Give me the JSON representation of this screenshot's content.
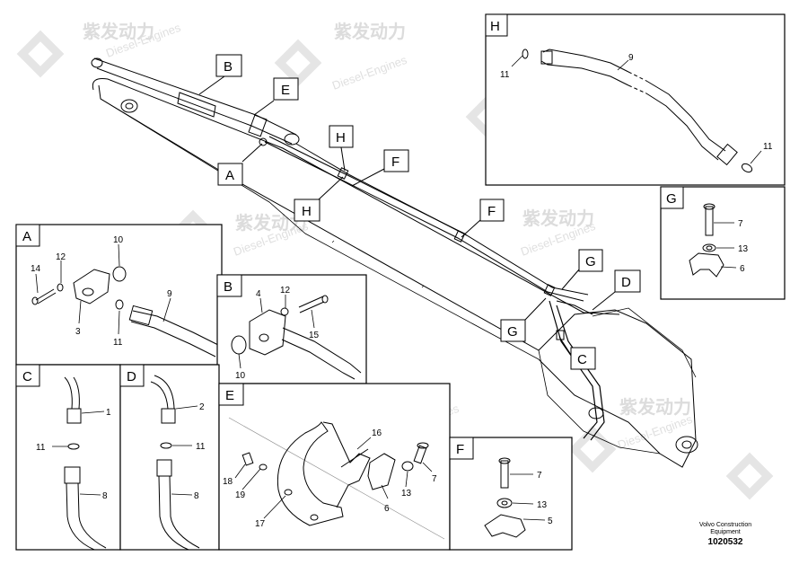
{
  "watermark": {
    "brand_cn": "紫发动力",
    "brand_en": "Diesel-Engines"
  },
  "callouts": {
    "B": "B",
    "E": "E",
    "A": "A",
    "H": "H",
    "H2": "H",
    "F": "F",
    "F2": "F",
    "G": "G",
    "G2": "G",
    "D": "D",
    "C": "C"
  },
  "detail_boxes": {
    "A": {
      "title": "A",
      "parts": {
        "p14": "14",
        "p12": "12",
        "p10": "10",
        "p3": "3",
        "p9": "9",
        "p11": "11"
      }
    },
    "B": {
      "title": "B",
      "parts": {
        "p4": "4",
        "p12": "12",
        "p15": "15",
        "p10": "10"
      }
    },
    "C": {
      "title": "C",
      "parts": {
        "p1": "1",
        "p11": "11",
        "p8": "8"
      }
    },
    "D": {
      "title": "D",
      "parts": {
        "p2": "2",
        "p11": "11",
        "p8": "8"
      }
    },
    "E": {
      "title": "E",
      "parts": {
        "p16": "16",
        "p18": "18",
        "p19": "19",
        "p17": "17",
        "p6": "6",
        "p13": "13",
        "p7": "7"
      }
    },
    "F": {
      "title": "F",
      "parts": {
        "p7": "7",
        "p13": "13",
        "p5": "5"
      }
    },
    "G": {
      "title": "G",
      "parts": {
        "p7": "7",
        "p13": "13",
        "p6": "6"
      }
    },
    "H": {
      "title": "H",
      "parts": {
        "p11a": "11",
        "p9": "9",
        "p11b": "11"
      }
    }
  },
  "credit": {
    "line1": "Volvo Construction",
    "line2": "Equipment"
  },
  "doc_number": "1020532"
}
